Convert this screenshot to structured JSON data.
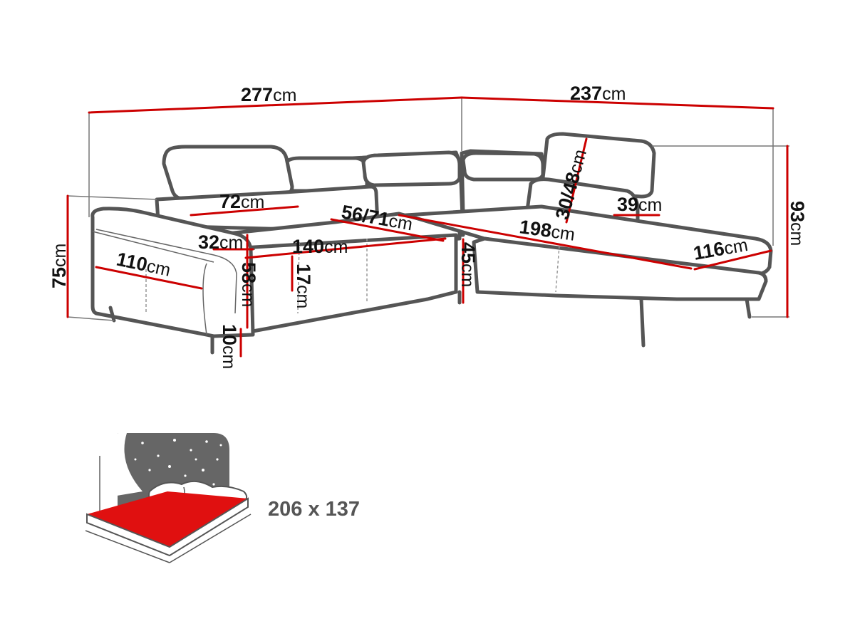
{
  "unit": "cm",
  "dimensions": {
    "total_width_left": "277",
    "total_width_right": "237",
    "total_height": "75",
    "right_height": "93",
    "headrest_width": "72",
    "seat_depth": "56/71",
    "headrest_adjust": "30/48",
    "headrest_right": "39",
    "armrest_depth": "110",
    "armrest_width": "32",
    "seat_width_left": "140",
    "seat_width_right": "198",
    "chaise_width": "116",
    "arm_height": "58",
    "seat_cushion": "17",
    "seat_height": "45",
    "leg_height": "10"
  },
  "bed": {
    "size_text": "206 x 137"
  },
  "colors": {
    "dimension_line": "#cc0000",
    "outline": "#555555",
    "bed_surface": "#e01010",
    "bed_background": "#666666"
  }
}
